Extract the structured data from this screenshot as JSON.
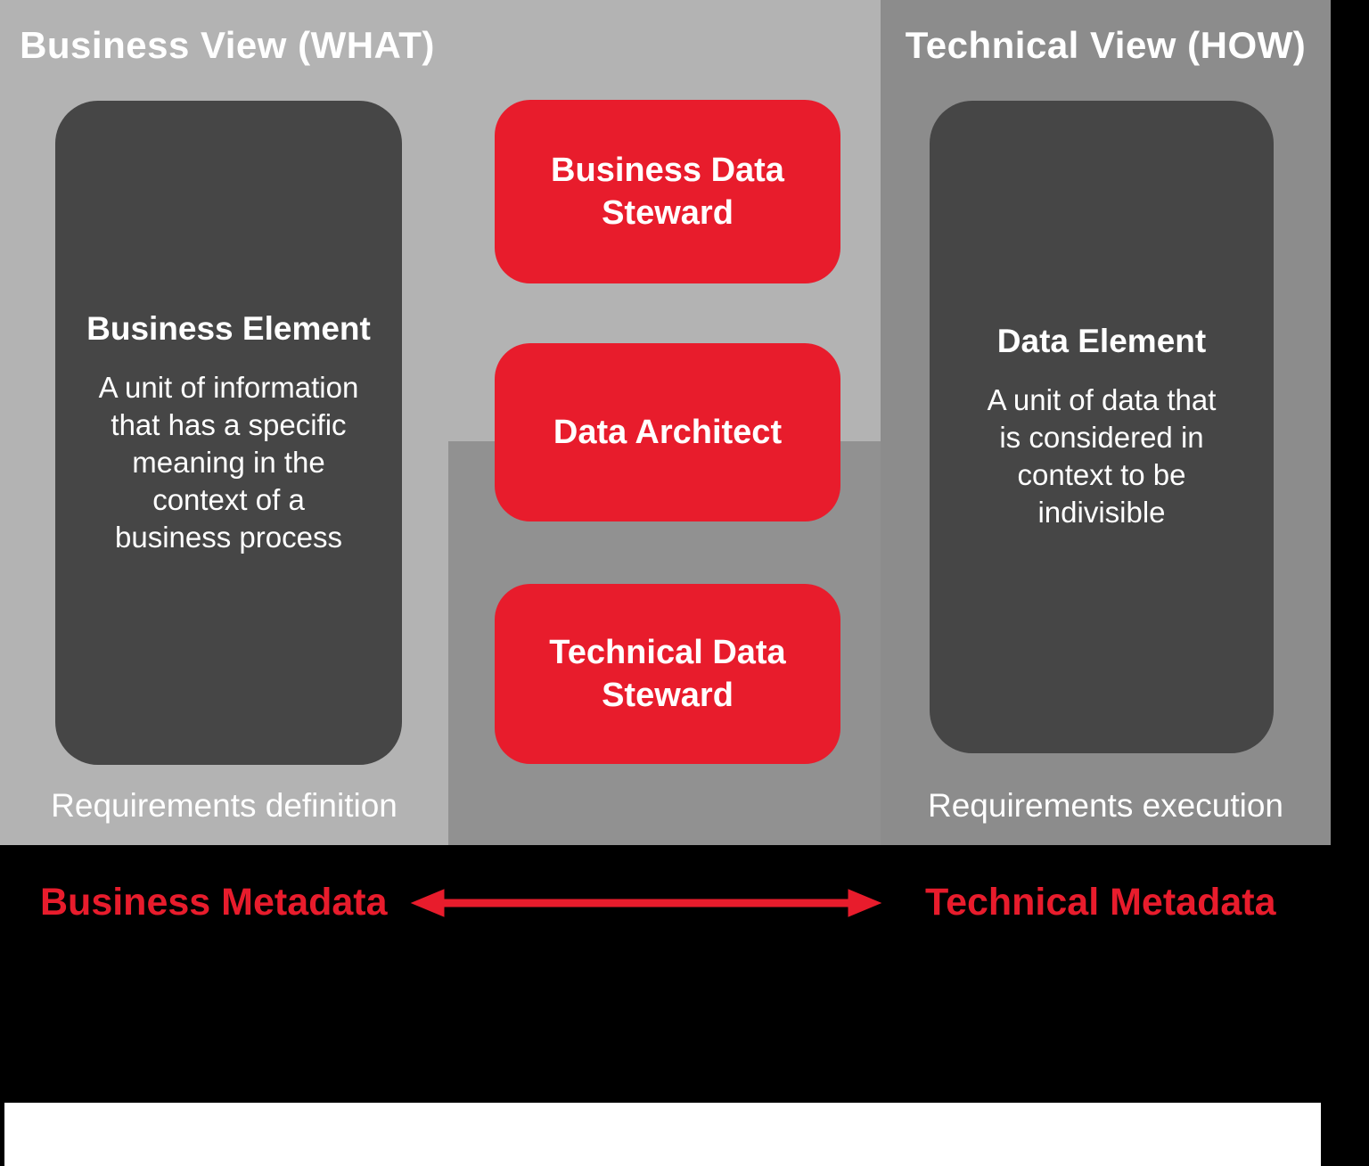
{
  "business_panel": {
    "title": "Business View (WHAT)",
    "card": {
      "title": "Business Element",
      "description": "A unit of information\nthat has a specific\nmeaning in the\ncontext of a\nbusiness process"
    },
    "footer": "Requirements definition"
  },
  "technical_panel": {
    "title": "Technical View (HOW)",
    "card": {
      "title": "Data Element",
      "description": "A unit of data that\nis considered in\ncontext to be\nindivisible"
    },
    "footer": "Requirements execution"
  },
  "roles": [
    {
      "label": "Business Data\nSteward"
    },
    {
      "label": "Data Architect"
    },
    {
      "label": "Technical Data\nSteward"
    }
  ],
  "metadata_bar": {
    "left_label": "Business Metadata",
    "right_label": "Technical Metadata",
    "arrow_icon": "double-headed-arrow"
  },
  "colors": {
    "light_gray": "#b3b3b3",
    "medium_gray": "#8c8c8c",
    "roles_gray": "#919191",
    "dark_gray": "#464646",
    "red": "#e81c2c",
    "white": "#ffffff",
    "black": "#000000"
  }
}
